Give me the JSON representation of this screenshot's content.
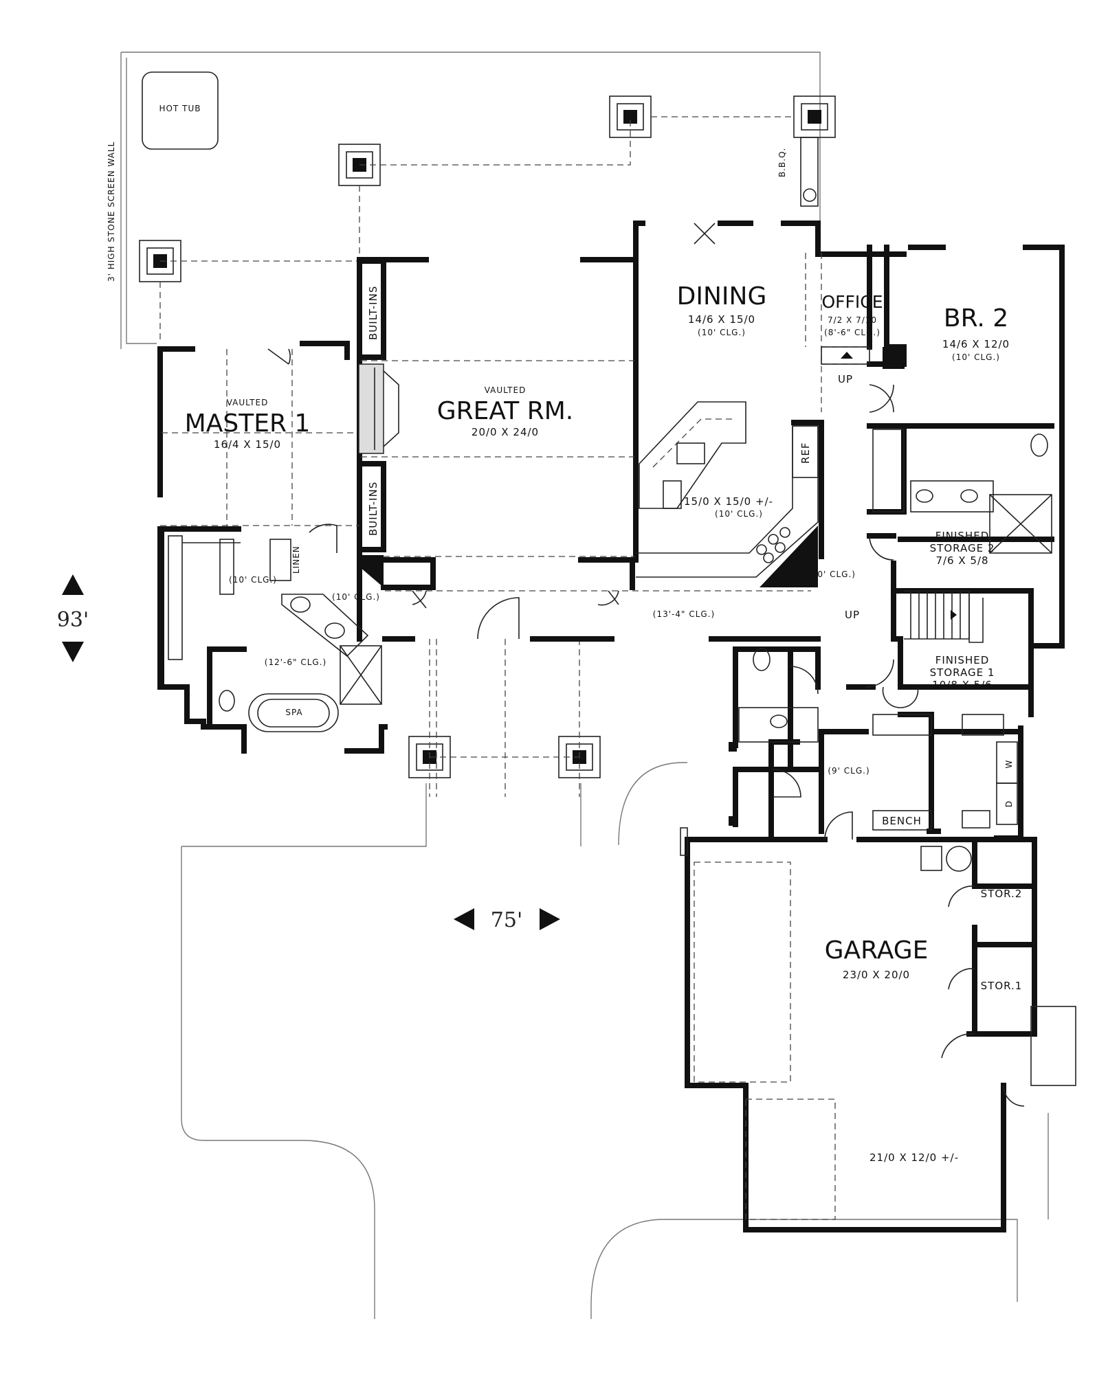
{
  "plan": {
    "rooms": {
      "master": {
        "note": "VAULTED",
        "name": "MASTER 1",
        "dims": "16/4 X 15/0"
      },
      "great": {
        "note": "VAULTED",
        "name": "GREAT RM.",
        "dims": "20/0 X 24/0"
      },
      "dining": {
        "name": "DINING",
        "dims": "14/6 X 15/0",
        "clg": "(10' CLG.)"
      },
      "office": {
        "name": "OFFICE",
        "dims": "7/2 X 7/10",
        "clg": "(8'-6\" CLG.)"
      },
      "br2": {
        "name": "BR. 2",
        "dims": "14/6 X 12/0",
        "clg": "(10' CLG.)"
      },
      "kitchen": {
        "dims": "15/0 X 15/0 +/-",
        "clg": "(10' CLG.)"
      },
      "storage2": {
        "line1": "FINISHED",
        "line2": "STORAGE 2",
        "dims": "7/6 X 5/8"
      },
      "storage1": {
        "line1": "FINISHED",
        "line2": "STORAGE 1",
        "dims": "10/8 X 5/6"
      },
      "garage": {
        "name": "GARAGE",
        "dims": "23/0 X 20/0"
      },
      "garage_ext": {
        "dims": "21/0 X 12/0 +/-"
      },
      "stor2": {
        "name": "STOR.2"
      },
      "stor1": {
        "name": "STOR.1"
      }
    },
    "labels": {
      "hot_tub": "HOT TUB",
      "screen_wall": "3' HIGH STONE SCREEN WALL",
      "bbq": "B.B.Q.",
      "built_ins_top": "BUILT-INS",
      "built_ins_bottom": "BUILT-INS",
      "ref": "REF",
      "linen": "LINEN",
      "spa": "SPA",
      "bench": "BENCH",
      "washer": "W",
      "dryer": "D",
      "up_office": "UP",
      "up_stair": "UP",
      "clg_closet": "(10' CLG.)",
      "clg_bath_hall": "(10' CLG.)",
      "clg_bath": "(12'-6\" CLG.)",
      "clg_hall": "(13'-4\" CLG.)",
      "clg_kitchen_hall": "(10' CLG.)",
      "clg_mud": "(9' CLG.)"
    },
    "dimensions": {
      "depth": "93'",
      "width": "75'"
    }
  }
}
